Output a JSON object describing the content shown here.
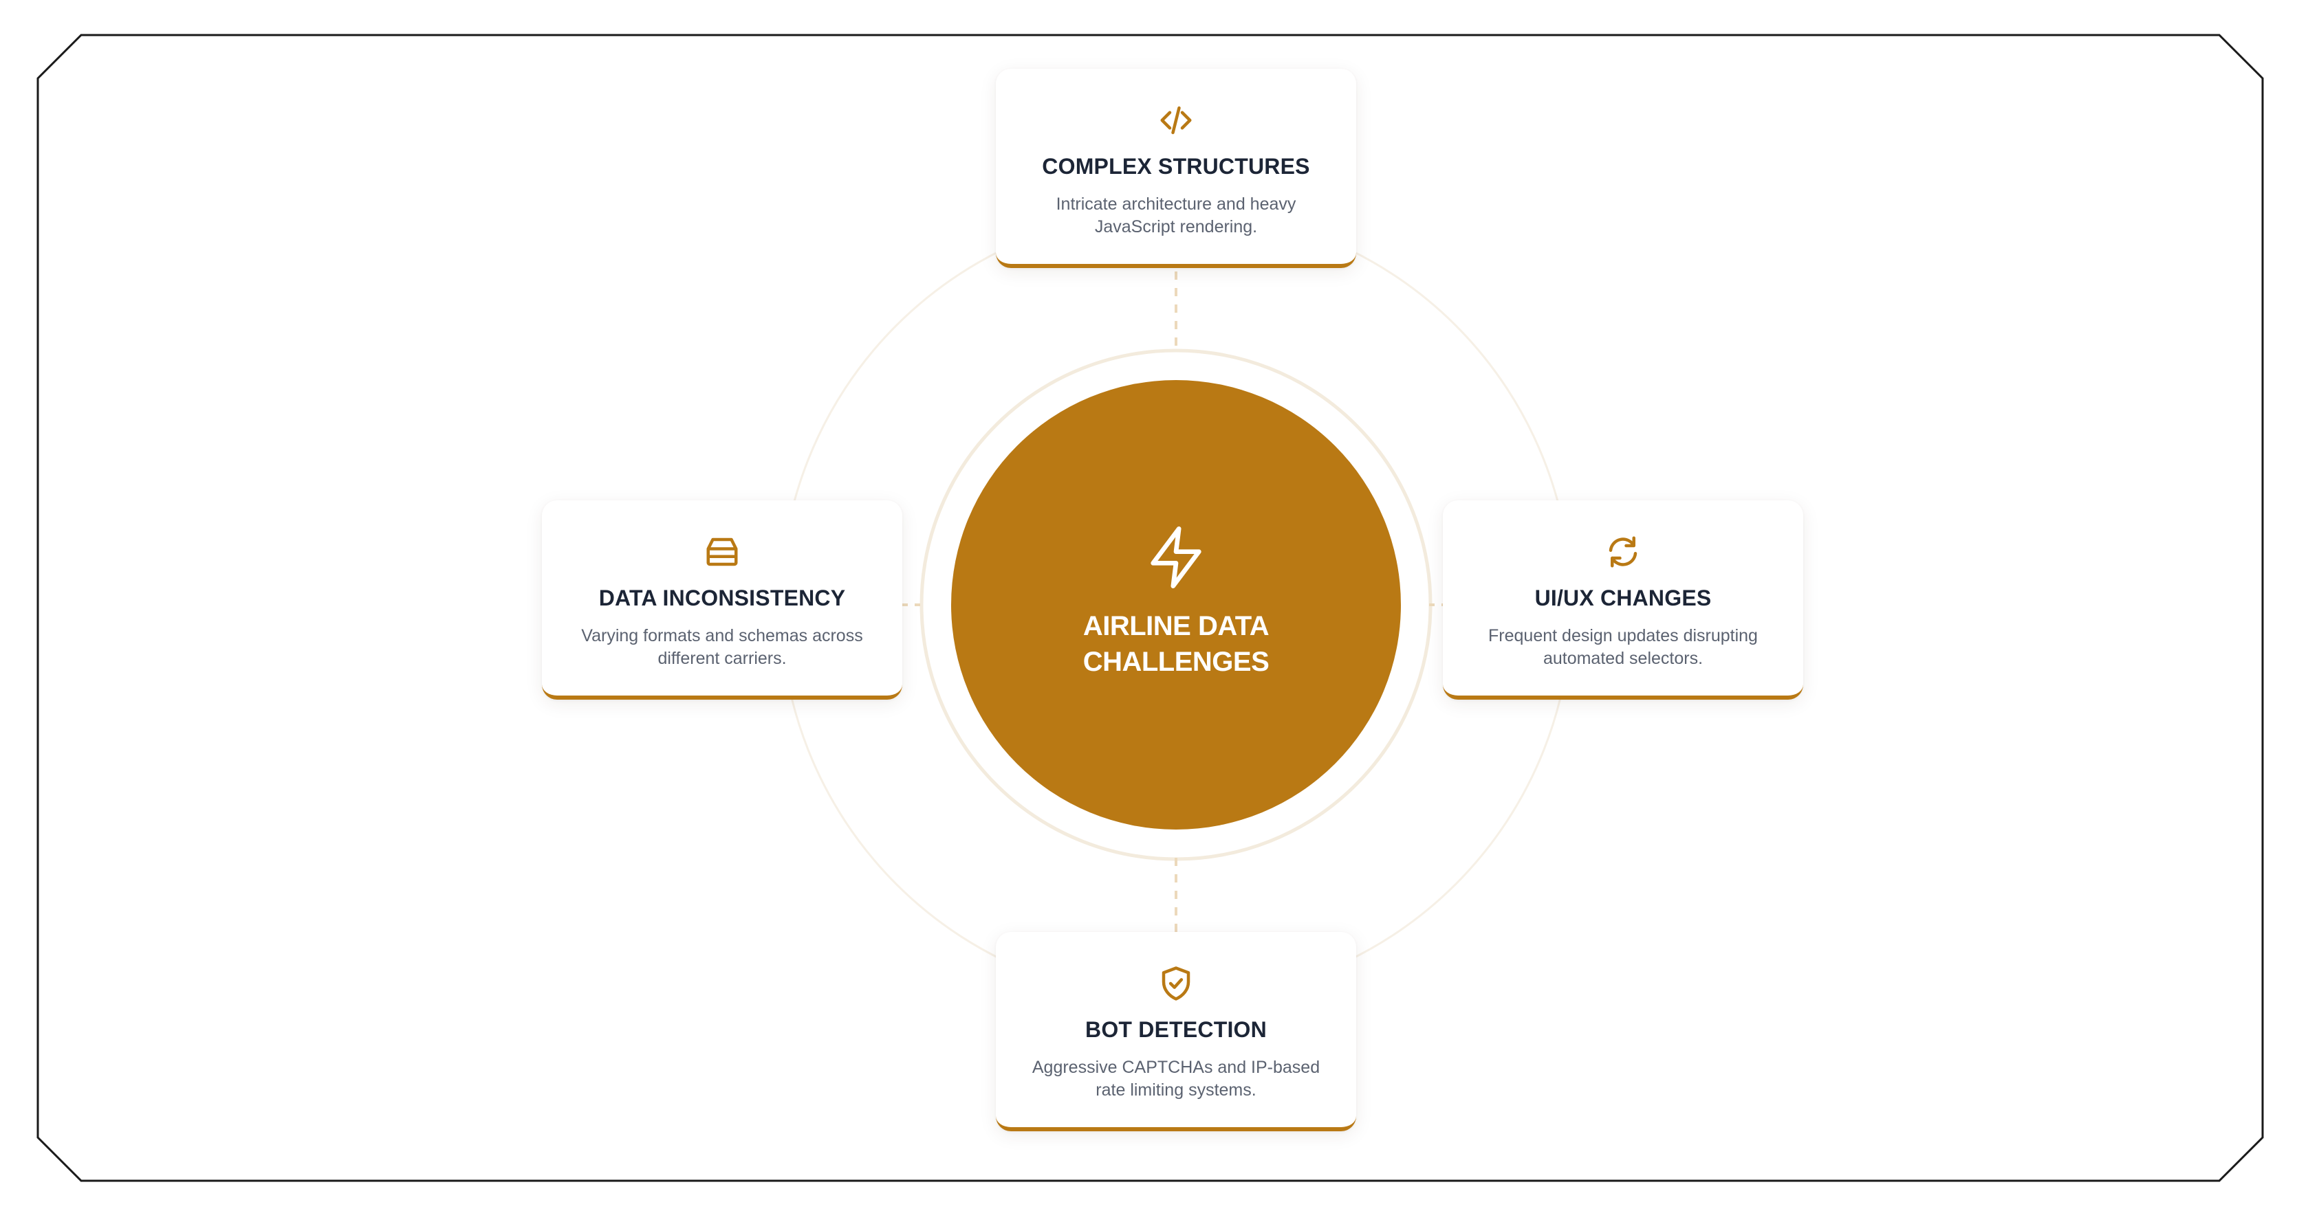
{
  "hub": {
    "title": "AIRLINE DATA CHALLENGES",
    "icon": "lightning-bolt-icon"
  },
  "colors": {
    "accent": "#b97914",
    "title_text": "#1c2536",
    "body_text": "#5b6270",
    "ring": "#f3ebdd",
    "frame": "#1a1a1a"
  },
  "cards": {
    "top": {
      "icon": "code-icon",
      "title": "COMPLEX STRUCTURES",
      "description": "Intricate architecture and heavy JavaScript rendering."
    },
    "left": {
      "icon": "archive-box-icon",
      "title": "DATA INCONSISTENCY",
      "description": "Varying formats and schemas across different carriers."
    },
    "right": {
      "icon": "refresh-icon",
      "title": "UI/UX CHANGES",
      "description": "Frequent design updates disrupting automated selectors."
    },
    "bottom": {
      "icon": "shield-check-icon",
      "title": "BOT DETECTION",
      "description": "Aggressive CAPTCHAs and IP-based rate limiting systems."
    }
  }
}
